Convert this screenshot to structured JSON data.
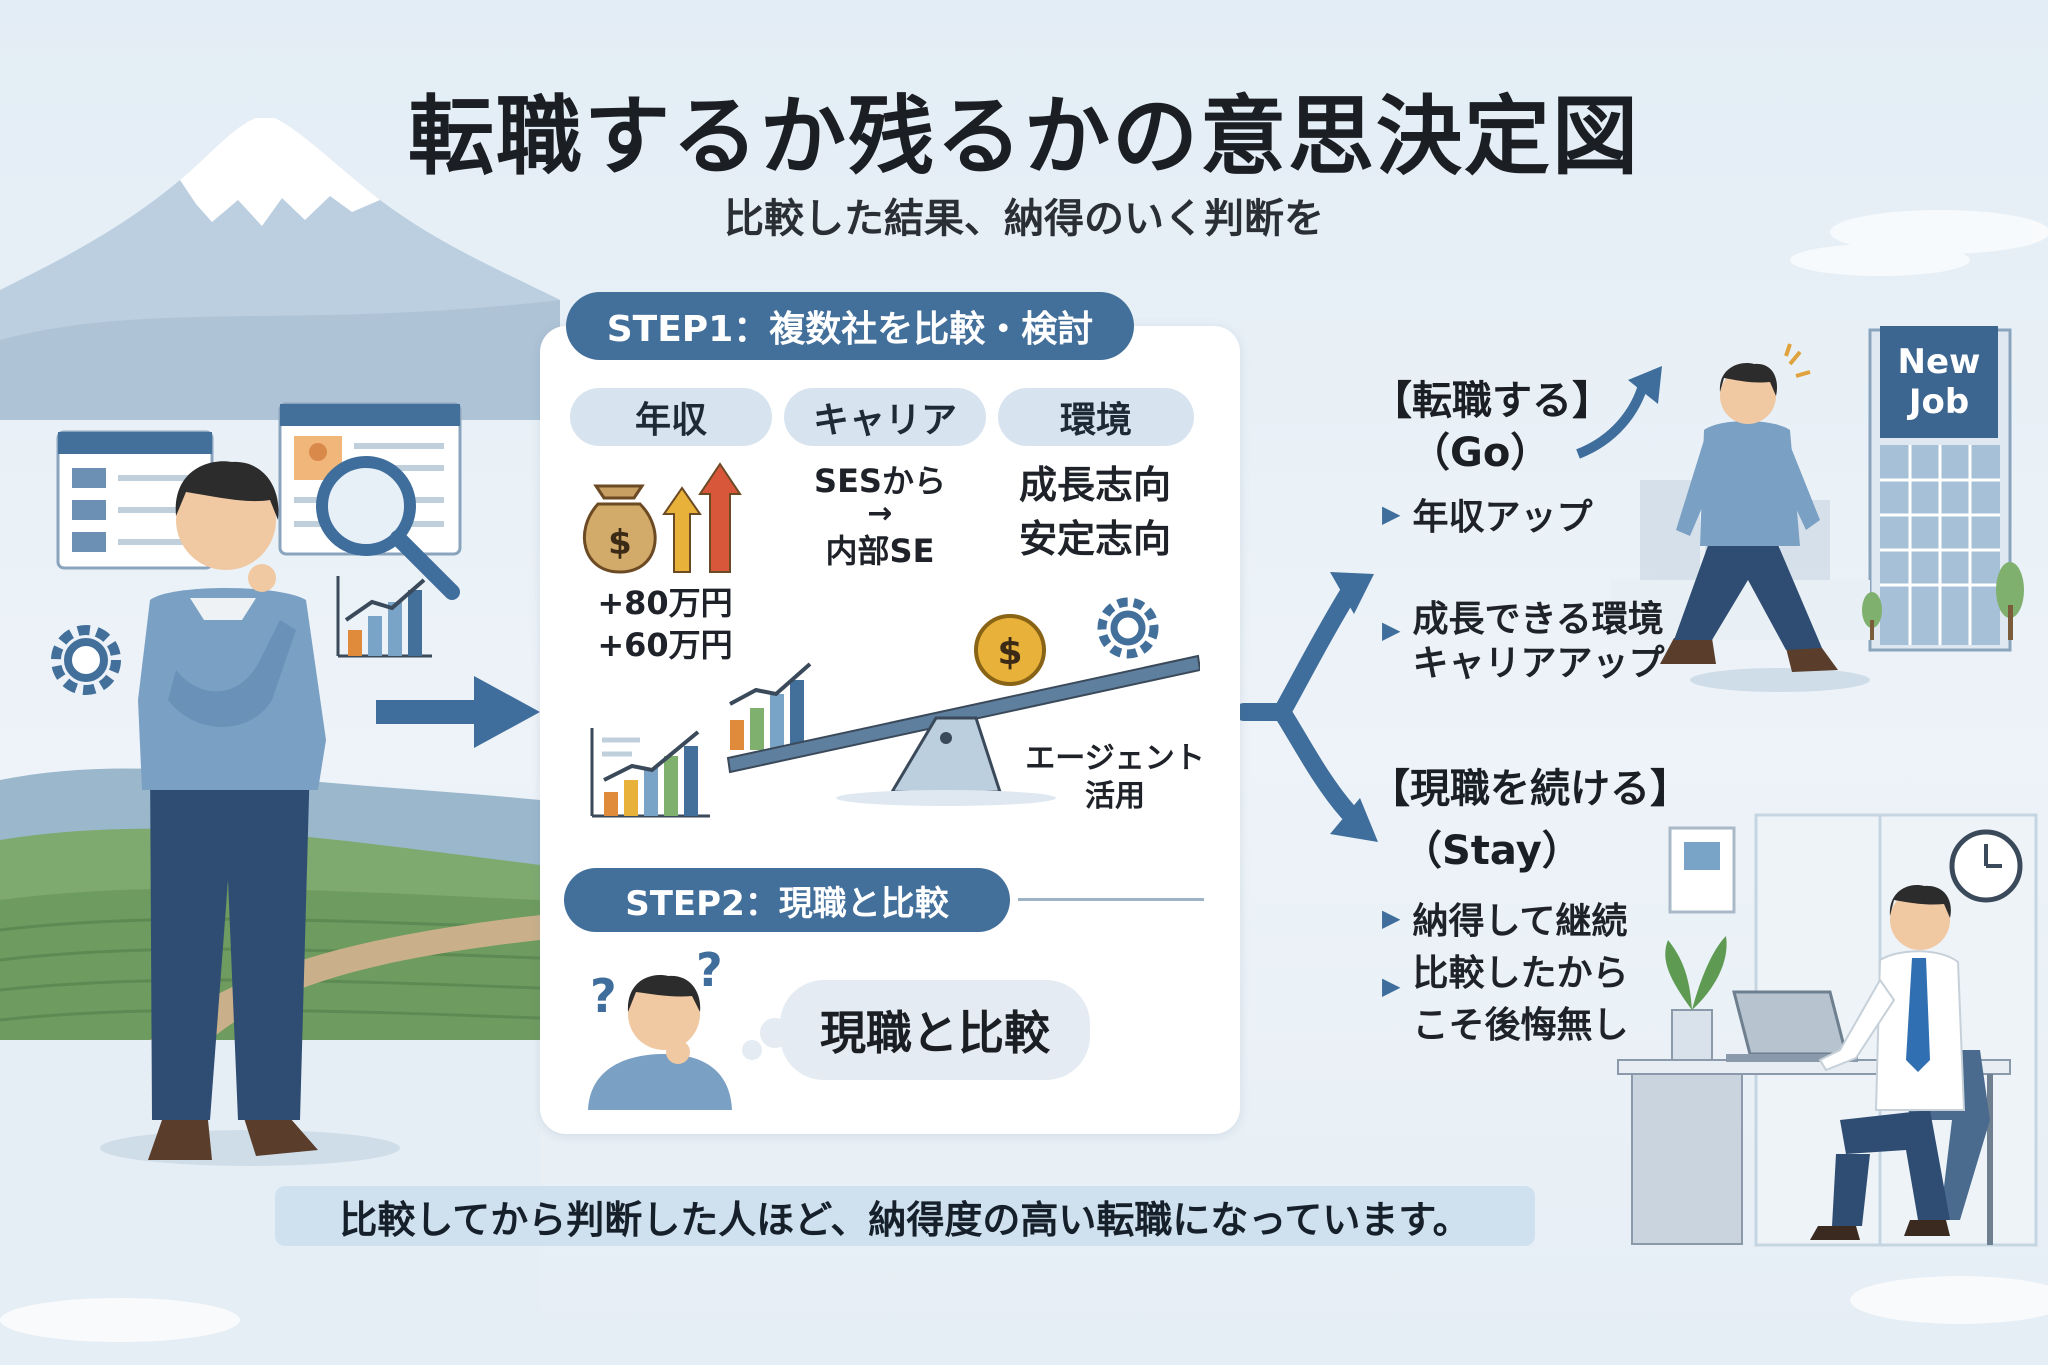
{
  "title": "転職するか残るかの意思決定図",
  "subtitle": "比較した結果、納得のいく判断を",
  "step1": {
    "label": "STEP1：複数社を比較・検討",
    "categories": [
      {
        "label": "年収"
      },
      {
        "label": "キャリア"
      },
      {
        "label": "環境"
      }
    ],
    "income_values": [
      "+80万円",
      "+60万円"
    ],
    "career_lines": [
      "SESから",
      "→",
      "内部SE"
    ],
    "environment_lines": [
      "成長志向",
      "安定志向"
    ],
    "agent_lines": [
      "エージェント",
      "活用"
    ],
    "dollar_symbol": "$"
  },
  "step2": {
    "label": "STEP2：現職と比較",
    "bubble": "現職と比較",
    "question_mark": "?"
  },
  "go": {
    "heading": "【転職する】",
    "sub": "（Go）",
    "bullets": [
      "年収アップ",
      "成長できる環境\nキャリアアップ"
    ],
    "sign_lines": [
      "New",
      "Job"
    ]
  },
  "stay": {
    "heading": "【現職を続ける】",
    "sub": "（Stay）",
    "bullets": [
      "納得して継続",
      "比較したから\nこそ後悔無し"
    ]
  },
  "footer": "比較してから判断した人ほど、納得度の高い転職になっています。",
  "colors": {
    "accent_blue": "#436f9b",
    "arrow_blue": "#3f6e9c",
    "light_pill": "#d7e4ef",
    "footer_bg": "#cfe0ee",
    "gold": "#e8b23a",
    "orange": "#e08a3c",
    "red": "#d8573b"
  },
  "icons": [
    "mountain-icon",
    "gear-icon",
    "magnifier-icon",
    "money-bag-icon",
    "up-arrow-icon",
    "dollar-coin-icon",
    "seesaw-icon",
    "bar-chart-icon",
    "office-building-icon",
    "clock-icon",
    "laptop-icon",
    "plant-icon"
  ]
}
